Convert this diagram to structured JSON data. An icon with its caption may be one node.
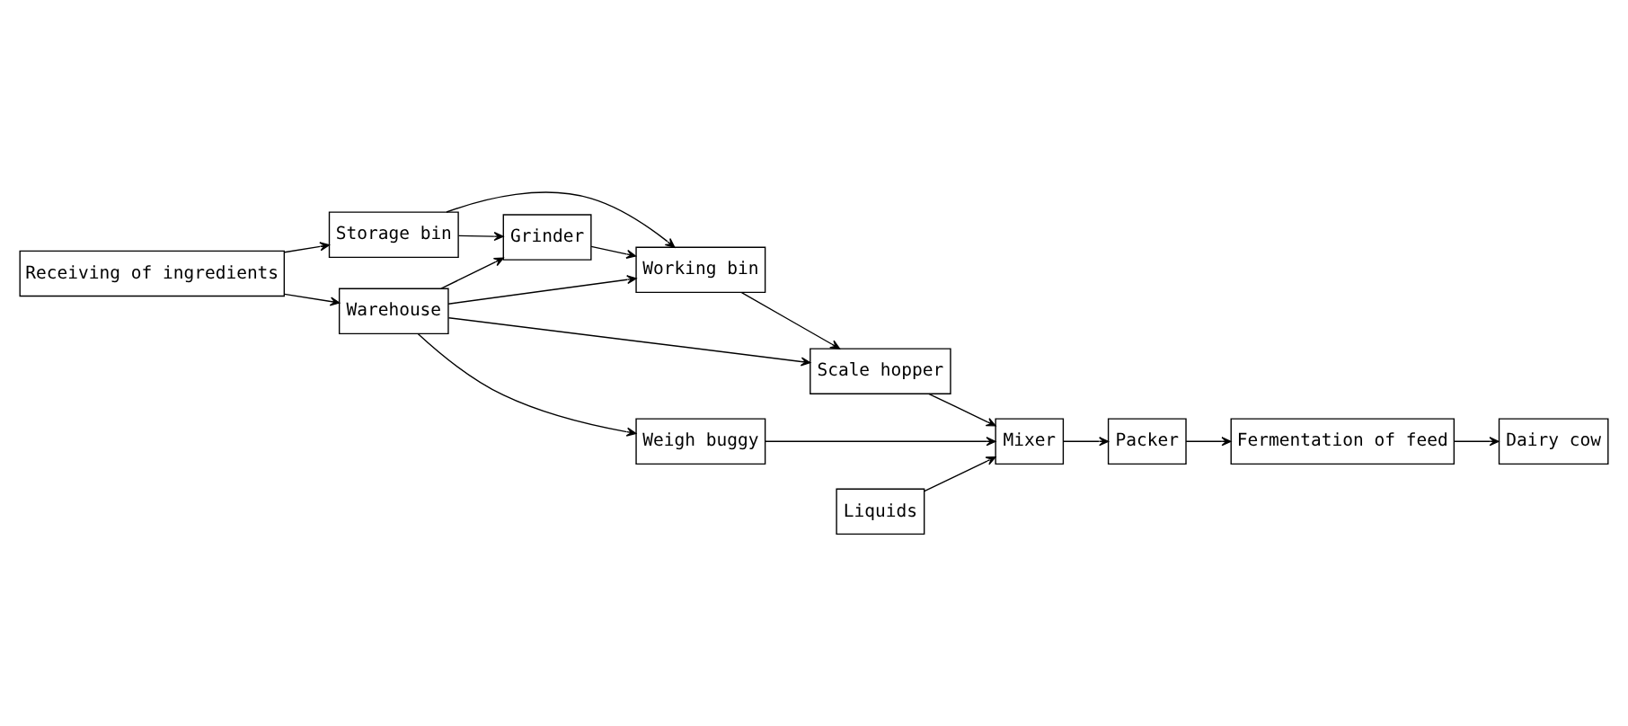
{
  "diagram": {
    "nodes": [
      {
        "text": [
          "Receiving of ingredients"
        ]
      },
      {
        "text": [
          "Storage bin"
        ]
      },
      {
        "text": [
          "Warehouse"
        ]
      },
      {
        "text": [
          "Grinder"
        ]
      },
      {
        "text": [
          "Working bin"
        ]
      },
      {
        "text": [
          "Scale hopper"
        ]
      },
      {
        "text": [
          "Weigh buggy"
        ]
      },
      {
        "text": [
          "Mixer"
        ]
      },
      {
        "text": [
          "Liquids"
        ]
      },
      {
        "text": [
          "Packer"
        ]
      },
      {
        "text": [
          "Fermentation of feed"
        ]
      },
      {
        "text": [
          "Dairy cow"
        ]
      }
    ],
    "edges": [
      {
        "from": 0,
        "to": 1,
        "arrow": "to"
      },
      {
        "from": 0,
        "to": 2,
        "arrow": "to"
      },
      {
        "from": 1,
        "to": 4,
        "arrow": "to"
      },
      {
        "from": 1,
        "to": 3,
        "arrow": "to"
      },
      {
        "from": 3,
        "to": 4,
        "arrow": "to"
      },
      {
        "from": 2,
        "to": 3,
        "arrow": "to"
      },
      {
        "from": 2,
        "to": 4,
        "arrow": "to"
      },
      {
        "from": 2,
        "to": 5,
        "arrow": "to"
      },
      {
        "from": 2,
        "to": 6,
        "arrow": "to"
      },
      {
        "from": 4,
        "to": 5,
        "arrow": "to"
      },
      {
        "from": 5,
        "to": 7,
        "arrow": "to"
      },
      {
        "from": 6,
        "to": 7,
        "arrow": "to"
      },
      {
        "from": 8,
        "to": 7,
        "arrow": "to"
      },
      {
        "from": 7,
        "to": 9,
        "arrow": "to"
      },
      {
        "from": 9,
        "to": 10,
        "arrow": "to"
      },
      {
        "from": 10,
        "to": 11,
        "arrow": "to"
      }
    ]
  }
}
